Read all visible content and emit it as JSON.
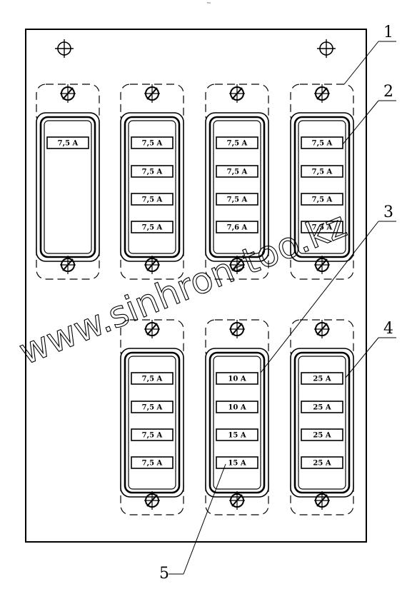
{
  "top_mark": "ᵀᵐ",
  "watermark": "www.sinhron-too.kz",
  "callouts": [
    "1",
    "2",
    "3",
    "4",
    "5"
  ],
  "top_row": [
    {
      "fuses": [
        "7,5 A"
      ]
    },
    {
      "fuses": [
        "7,5 A",
        "7,5 A",
        "7,5 A",
        "7,5 A"
      ]
    },
    {
      "fuses": [
        "7,5 A",
        "7,5 A",
        "7,5 A",
        "7,6 A"
      ]
    },
    {
      "fuses": [
        "7,5 A",
        "7,5 A",
        "7,5 A",
        "7,5 A"
      ]
    }
  ],
  "bottom_row": [
    {
      "fuses": [
        "7,5 A",
        "7,5 A",
        "7,5 A",
        "7,5 A"
      ]
    },
    {
      "fuses": [
        "10 A",
        "10 A",
        "15 A",
        "15 A"
      ]
    },
    {
      "fuses": [
        "25 A",
        "25 A",
        "25 A",
        "25 A"
      ]
    }
  ]
}
